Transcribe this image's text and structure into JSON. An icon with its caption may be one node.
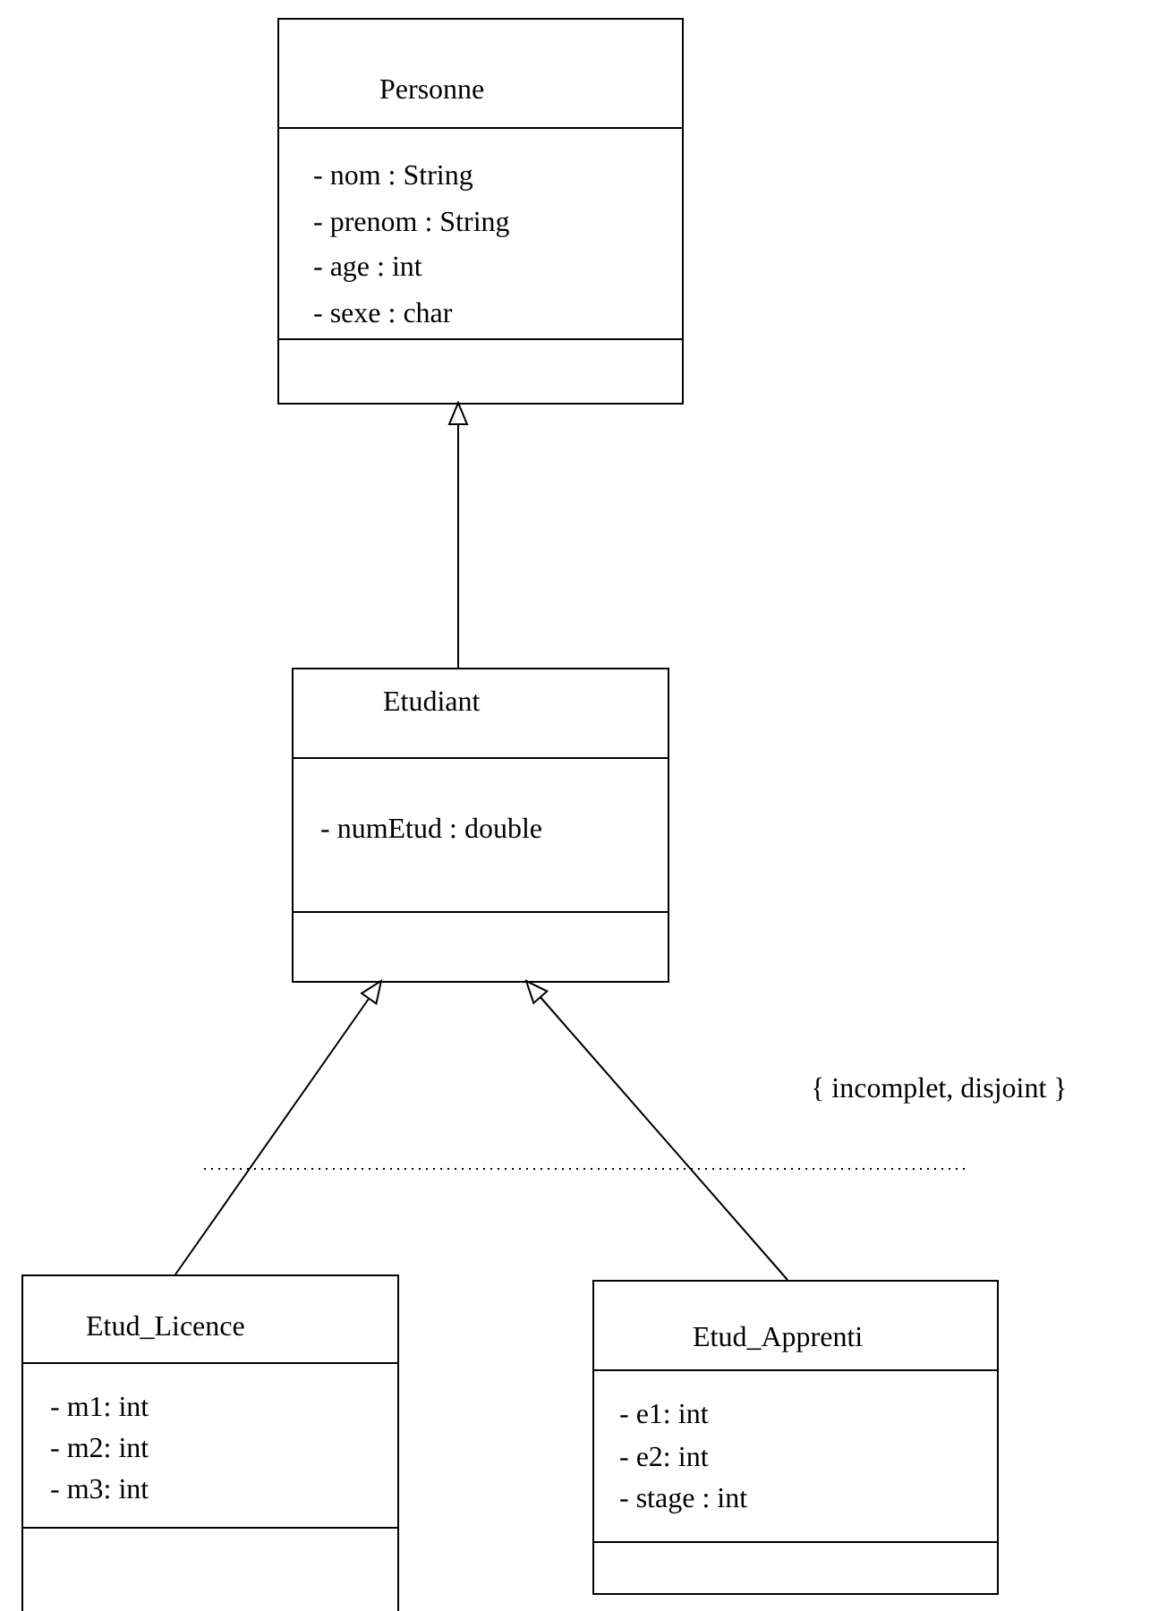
{
  "diagram": {
    "nodes": [
      {
        "text": [
          "Personne",
          "- nom : String",
          "- prenom : String",
          "- age : int",
          "- sexe : char"
        ]
      },
      {
        "text": [
          "Etudiant",
          "- numEtud : double"
        ]
      },
      {
        "text": [
          "Etud_Licence",
          "- m1: int",
          "- m2: int",
          "- m3: int"
        ]
      },
      {
        "text": [
          "Etud_Apprenti",
          "- e1: int",
          "- e2: int",
          "- stage : int"
        ]
      }
    ],
    "edges": [
      {
        "from": 1,
        "to": 0,
        "arrow": "to"
      },
      {
        "from": 2,
        "to": 1,
        "arrow": "to"
      },
      {
        "from": 3,
        "to": 1,
        "arrow": "to"
      }
    ],
    "labels": [
      "{ incomplet, disjoint }"
    ]
  }
}
